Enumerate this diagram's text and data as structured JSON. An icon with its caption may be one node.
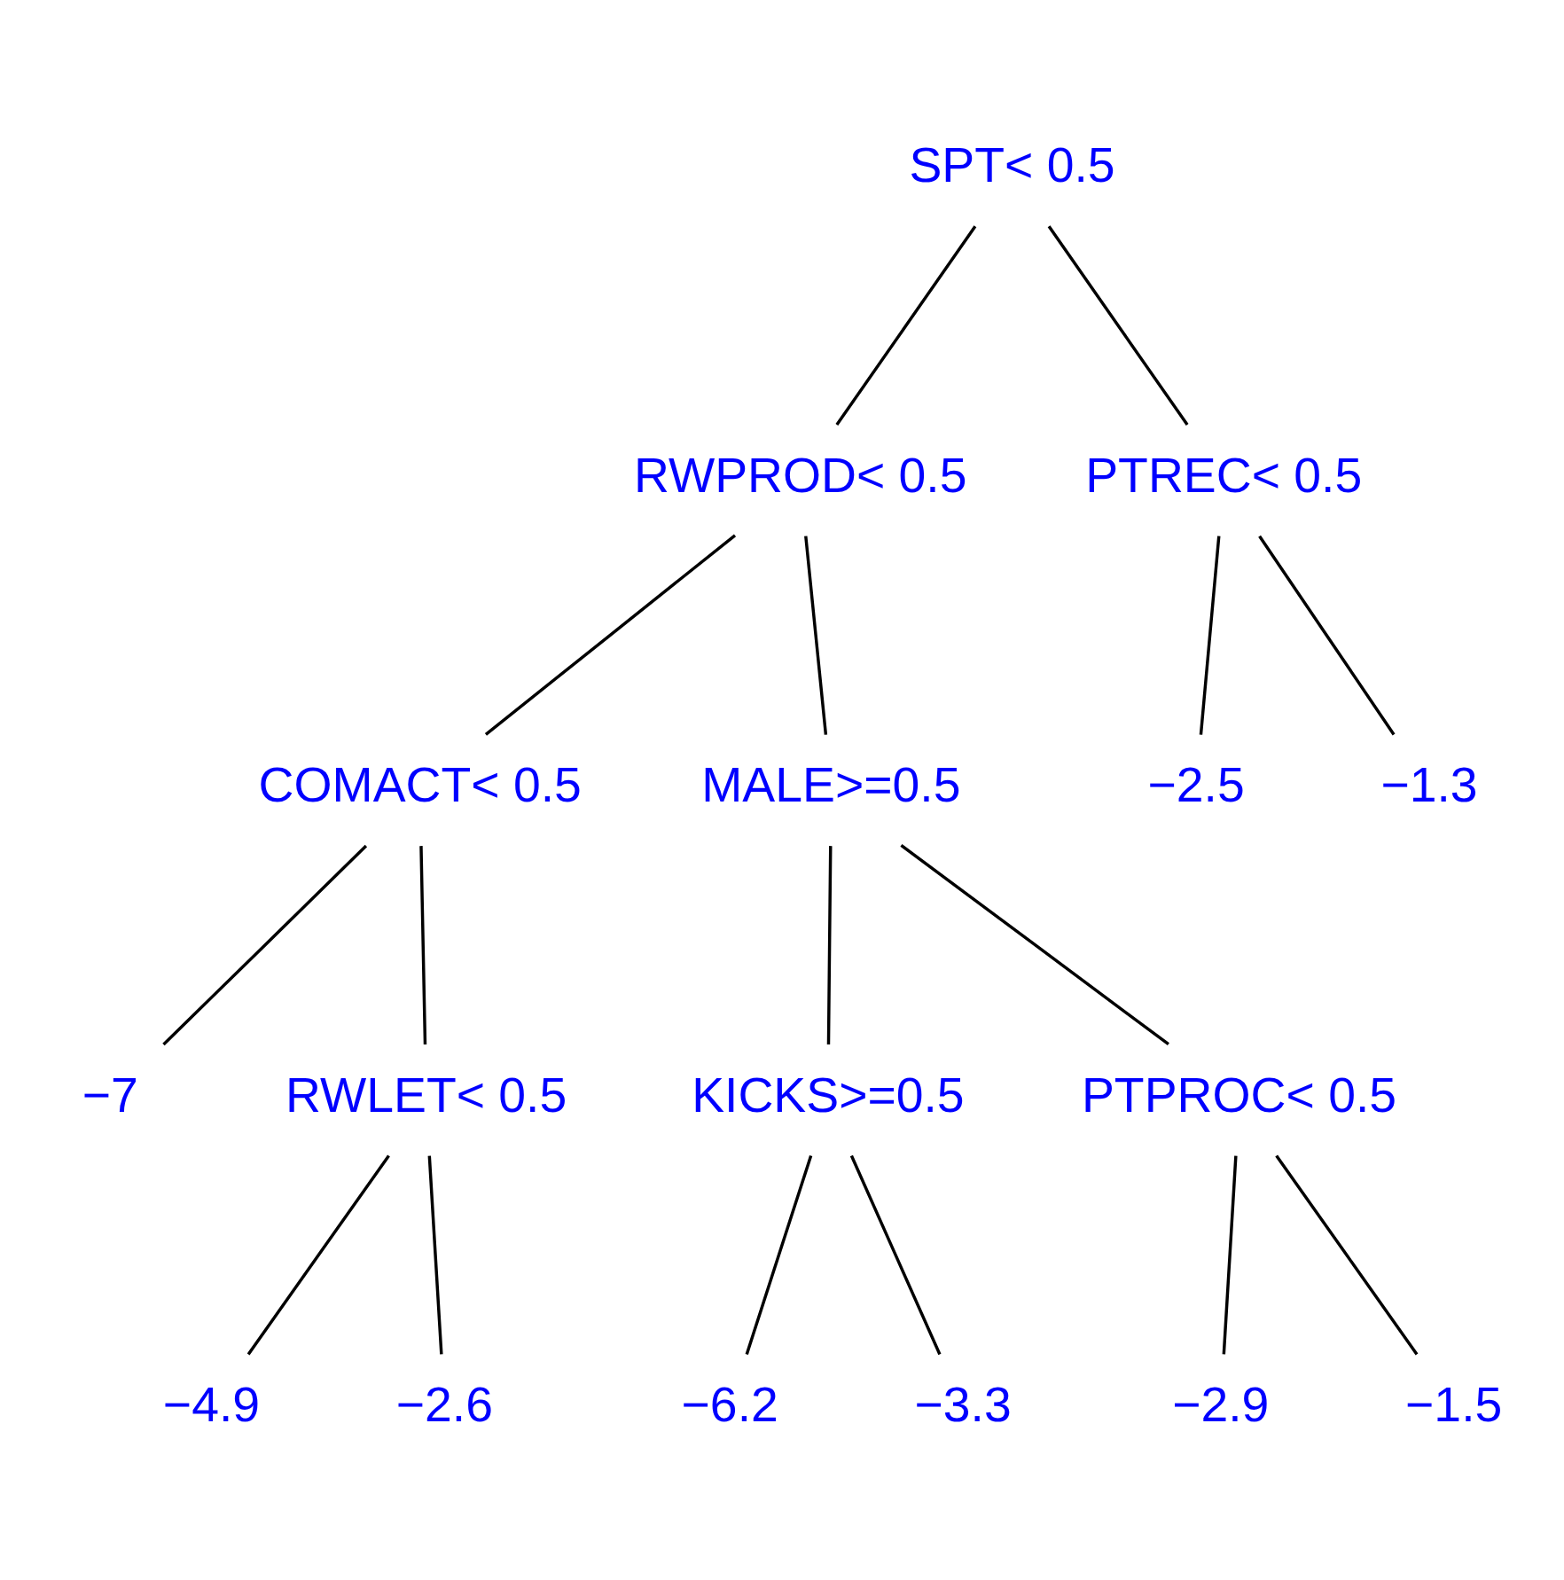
{
  "diagram": {
    "nodes": [
      {
        "text": [
          "SPT< 0.5"
        ]
      },
      {
        "text": [
          "RWPROD< 0.5"
        ]
      },
      {
        "text": [
          "PTREC< 0.5"
        ]
      },
      {
        "text": [
          "COMACT< 0.5"
        ]
      },
      {
        "text": [
          "MALE>=0.5"
        ]
      },
      {
        "text": [
          "−2.5"
        ]
      },
      {
        "text": [
          "−1.3"
        ]
      },
      {
        "text": [
          "−7"
        ]
      },
      {
        "text": [
          "RWLET< 0.5"
        ]
      },
      {
        "text": [
          "KICKS>=0.5"
        ]
      },
      {
        "text": [
          "PTPROC< 0.5"
        ]
      },
      {
        "text": [
          "−4.9"
        ]
      },
      {
        "text": [
          "−2.6"
        ]
      },
      {
        "text": [
          "−6.2"
        ]
      },
      {
        "text": [
          "−3.3"
        ]
      },
      {
        "text": [
          "−2.9"
        ]
      },
      {
        "text": [
          "−1.5"
        ]
      }
    ],
    "edges": [
      {
        "from": 0,
        "to": 1,
        "arrow": "none"
      },
      {
        "from": 0,
        "to": 2,
        "arrow": "none"
      },
      {
        "from": 1,
        "to": 3,
        "arrow": "none"
      },
      {
        "from": 1,
        "to": 4,
        "arrow": "none"
      },
      {
        "from": 2,
        "to": 5,
        "arrow": "none"
      },
      {
        "from": 2,
        "to": 6,
        "arrow": "none"
      },
      {
        "from": 3,
        "to": 7,
        "arrow": "none"
      },
      {
        "from": 3,
        "to": 8,
        "arrow": "none"
      },
      {
        "from": 4,
        "to": 9,
        "arrow": "none"
      },
      {
        "from": 4,
        "to": 10,
        "arrow": "none"
      },
      {
        "from": 8,
        "to": 11,
        "arrow": "none"
      },
      {
        "from": 8,
        "to": 12,
        "arrow": "none"
      },
      {
        "from": 9,
        "to": 13,
        "arrow": "none"
      },
      {
        "from": 9,
        "to": 14,
        "arrow": "none"
      },
      {
        "from": 10,
        "to": 15,
        "arrow": "none"
      },
      {
        "from": 10,
        "to": 16,
        "arrow": "none"
      }
    ]
  }
}
